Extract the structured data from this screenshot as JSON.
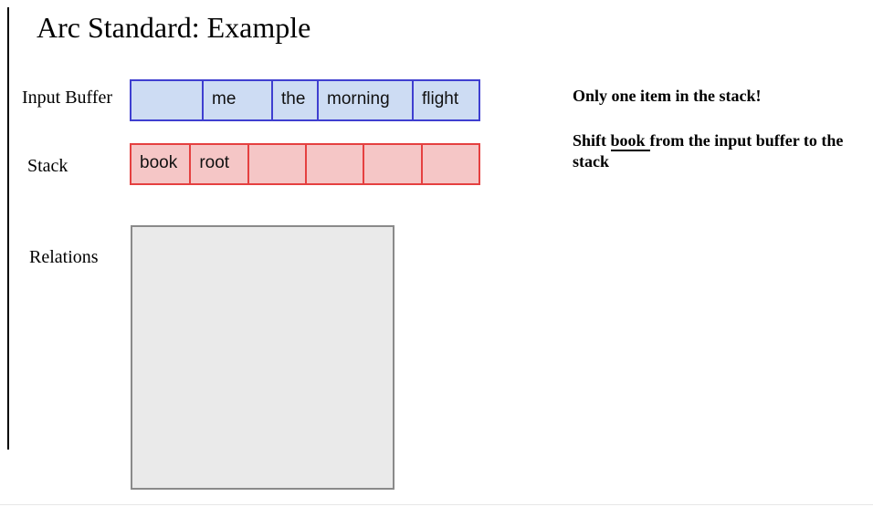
{
  "page": {
    "title": "Arc Standard: Example"
  },
  "buffer": {
    "label": "Input Buffer",
    "cells": [
      "",
      "me",
      "the",
      "morning",
      "flight"
    ]
  },
  "stack": {
    "label": "Stack",
    "cells": [
      "book",
      "root",
      "",
      "",
      "",
      ""
    ]
  },
  "relations": {
    "label": "Relations"
  },
  "notes": {
    "line1": "Only one item in the stack!",
    "shift_pre": "Shift ",
    "shift_word": "book",
    "shift_post": "from the input buffer to the stack"
  },
  "colors": {
    "buffer-fill": "#cddcf3",
    "buffer-border": "#3f3fd0",
    "stack-fill": "#f5c6c6",
    "stack-border": "#e54040",
    "relations-fill": "#eaeaea",
    "relations-border": "#8a8a8a"
  }
}
